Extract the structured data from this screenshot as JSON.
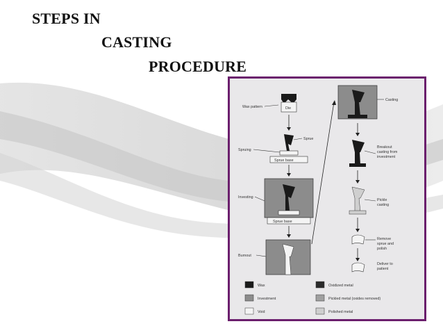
{
  "slide": {
    "title_lines": [
      "STEPS IN",
      "CASTING",
      "PROCEDURE"
    ]
  },
  "figure": {
    "left_steps": {
      "wax_pattern": "Wax pattern",
      "die": "Die",
      "sprue": "Sprue",
      "spruing": "Spruing",
      "sprue_base": "Sprue base",
      "investing": "Investing",
      "sprue_base_2": "Sprue base",
      "burnout": "Burnout"
    },
    "right_steps": {
      "casting": "Casting",
      "breakout": [
        "Breakout",
        "casting from",
        "investment"
      ],
      "pickle": [
        "Pickle",
        "casting"
      ],
      "remove": [
        "Remove",
        "sprue and",
        "polish"
      ],
      "deliver": [
        "Deliver to",
        "patient"
      ]
    },
    "legend": [
      {
        "label": "Wax",
        "color": "#1a1a1a"
      },
      {
        "label": "Oxidized metal",
        "color": "#2a2a2a"
      },
      {
        "label": "Investment",
        "color": "#8c8c8c"
      },
      {
        "label": "Pickled metal (oxides removed)",
        "color": "#a0a0a0"
      },
      {
        "label": "Void",
        "color": "#f4f4f4"
      },
      {
        "label": "Polished metal",
        "color": "#cfcfcf"
      }
    ],
    "colors": {
      "frame": "#6b1f6d",
      "paper": "#e9e8ea",
      "investment": "#8c8c8c",
      "dark": "#1a1a1a"
    }
  }
}
